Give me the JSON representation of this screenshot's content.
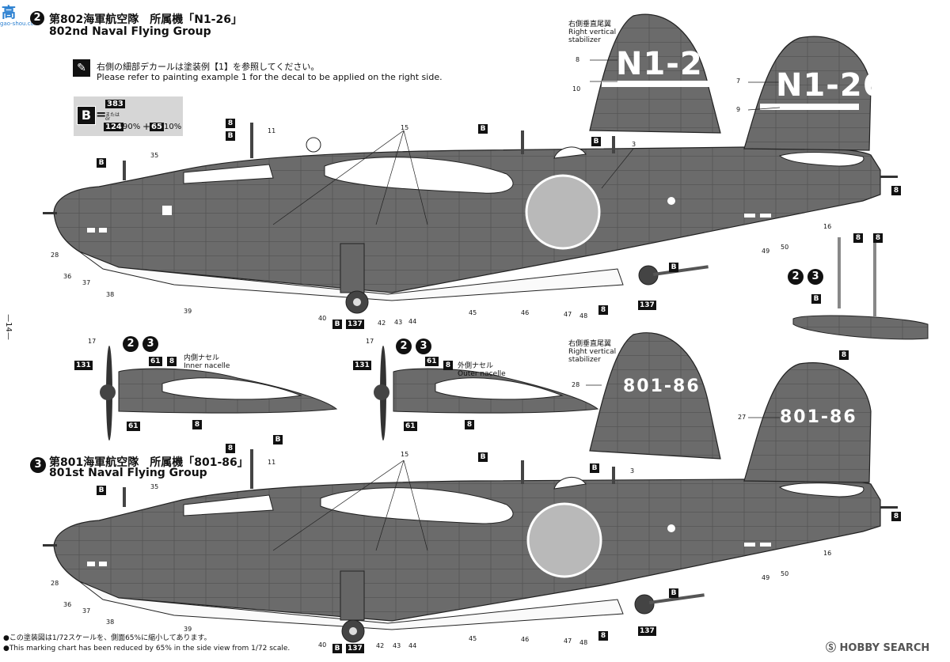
{
  "watermark": {
    "top": "高",
    "site": "gao-shou.com"
  },
  "page_number": "—14—",
  "section1": {
    "badge": "2",
    "title_jp": "第802海軍航空隊　所属機「N1-26」",
    "title_en": "802nd Naval Flying Group"
  },
  "decal_note": {
    "jp": "右側の細部デカールは塗装例【1】を参照してください。",
    "en": "Please refer to painting example 1 for the decal to be applied on the right side."
  },
  "color_box": {
    "letter": "B",
    "equals": "=",
    "code_top": "383",
    "or_jp": "または",
    "or_en": "or",
    "code_a": "124",
    "pct_a": "90%",
    "plus": "+",
    "code_b": "65",
    "pct_b": "10%"
  },
  "tail1": {
    "code": "N1-26",
    "right_stab_jp": "右側垂直尾翼",
    "right_stab_en": "Right vertical",
    "right_stab_en2": "stabilizer"
  },
  "nacelles": {
    "inner_jp": "内側ナセル",
    "inner_en": "Inner nacelle",
    "outer_jp": "外側ナセル",
    "outer_en": "Outer nacelle",
    "badges": [
      "2",
      "3"
    ]
  },
  "section2": {
    "badge": "3",
    "title_jp": "第801海軍航空隊　所属機「801-86」",
    "title_en": "801st Naval Flying Group"
  },
  "tail2": {
    "code": "801-86",
    "code_mirror": "801-86",
    "right_stab_jp": "右側垂直尾翼",
    "right_stab_en": "Right vertical",
    "right_stab_en2": "stabilizer"
  },
  "float_badges": [
    "2",
    "3"
  ],
  "footnote": {
    "jp": "●この塗装図は1/72スケールを、側面65%に縮小してあります。",
    "en": "●This marking chart has been reduced by 65% in the side view from 1/72 scale."
  },
  "logo": {
    "text": "HOBBY SEARCH"
  },
  "labels": {
    "B": "B",
    "n8": "8",
    "n137": "137",
    "n131": "131",
    "n61": "61",
    "l3": "3",
    "l7": "7",
    "l8": "8",
    "l9": "9",
    "l10": "10",
    "l11": "11",
    "l15": "15",
    "l16": "16",
    "l17": "17",
    "l27": "27",
    "l28": "28",
    "l35": "35",
    "l36": "36",
    "l37": "37",
    "l38": "38",
    "l39": "39",
    "l40": "40",
    "l42": "42",
    "l43": "43",
    "l44": "44",
    "l45": "45",
    "l46": "46",
    "l47": "47",
    "l48": "48",
    "l49": "49",
    "l50": "50"
  },
  "colors": {
    "hull": "#6e6e6e",
    "panel": "#4a4a4a",
    "hinomaru_line": "#ffffff",
    "black": "#111111"
  }
}
